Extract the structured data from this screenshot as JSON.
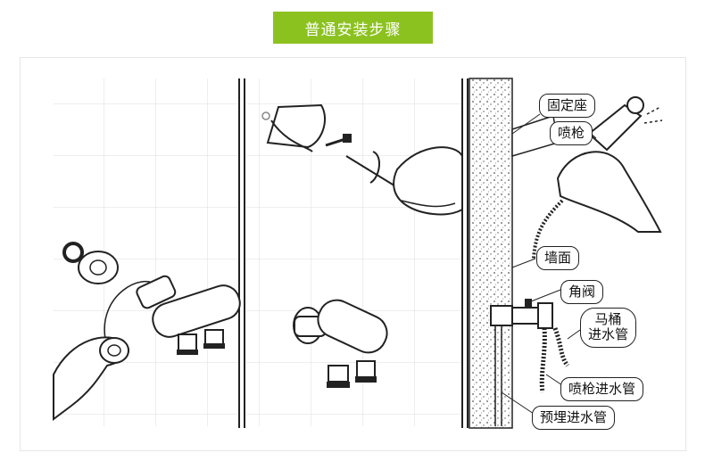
{
  "title": "普通安装步骤",
  "colors": {
    "accent": "#8cc220",
    "line": "#222222",
    "tile": "#d9d9d9"
  },
  "labels": {
    "base": "固定座",
    "spray_gun": "喷枪",
    "wall": "墙面",
    "angle_valve": "角阀",
    "toilet_pipe_line1": "马桶",
    "toilet_pipe_line2": "进水管",
    "spray_pipe": "喷枪进水管",
    "embedded_pipe": "预埋进水管"
  }
}
